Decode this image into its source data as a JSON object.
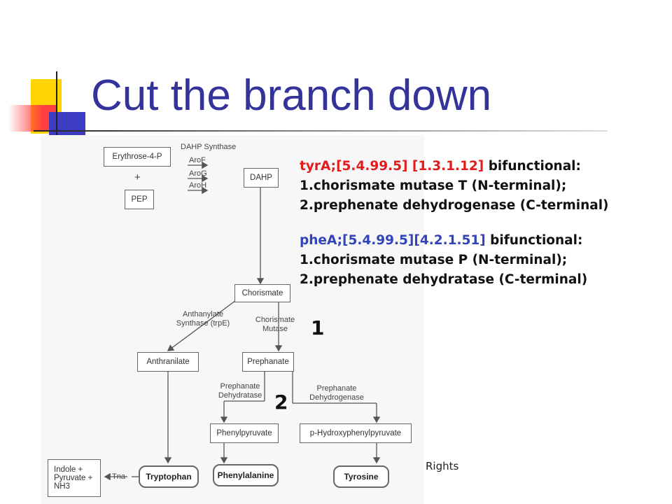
{
  "slide": {
    "title": "Cut the branch down",
    "footer": "Rights",
    "markers": {
      "one": "1",
      "two": "2"
    }
  },
  "diagram": {
    "boxes": {
      "erythrose": "Erythrose-4-P",
      "pep": "PEP",
      "dahp": "DAHP",
      "chorismate": "Chorismate",
      "anthranilate": "Anthranilate",
      "prephanate": "Prephanate",
      "phenylpyruvate": "Phenylpyruvate",
      "hydroxyphenylpyruvate": "p-Hydroxyphenylpyruvate",
      "indole_pyruvate": "Indole +\nPyruvate +\nNH3",
      "tryptophan": "Tryptophan",
      "phenylalanine": "Phenylalanine",
      "tyrosine": "Tyrosine"
    },
    "labels": {
      "plus": "+",
      "dahp_synthase": "DAHP Synthase",
      "arof": "AroF",
      "arog": "AroG",
      "aroh": "AroH",
      "anthranylate_synthase_1": "Anthanylate",
      "anthranylate_synthase_2": "Synthase (trpE)",
      "chorismate_mutase_1": "Chorismate",
      "chorismate_mutase_2": "Mutase",
      "prephanate_dehydratase_1": "Prephanate",
      "prephanate_dehydratase_2": "Dehydratase",
      "prephanate_dehydrogenase_1": "Prephanate",
      "prephanate_dehydrogenase_2": "Dehydrogenase",
      "tna": "Tna"
    }
  },
  "panel": {
    "tyra": {
      "id": "tyrA;[5.4.99.5] [1.3.1.12]",
      "suffix": " bifunctional:",
      "line1": "1.chorismate mutase T (N-terminal);",
      "line2": "2.prephenate dehydrogenase (C-terminal)"
    },
    "phea": {
      "id": "pheA;[5.4.99.5][4.2.1.51]",
      "suffix": " bifunctional:",
      "line1": "1.chorismate mutase P (N-terminal);",
      "line2": "2.prephenate dehydratase (C-terminal)"
    }
  },
  "colors": {
    "title": "#333399",
    "tyra_id": "#e31b1b",
    "phea_id": "#3344bb"
  }
}
